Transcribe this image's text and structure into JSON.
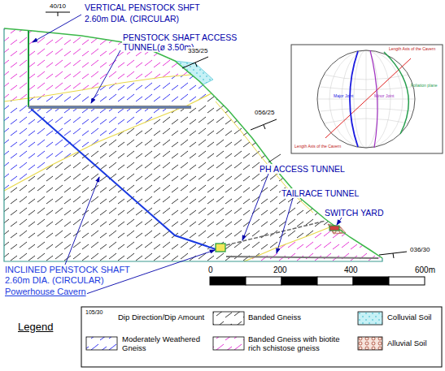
{
  "diagram": {
    "labels": [
      "VERTICAL PENSTOCK SHFT",
      "2.60m DIA. (CIRCULAR)",
      "PENSTOCK SHAFT ACCESS TUNNEL(ø 3.50m)",
      "40/10",
      "335/25",
      "056/25",
      "036/30",
      "PH ACCESS TUNNEL",
      "TAILRACE TUNNEL",
      "SWITCH YARD",
      "INCLINED PENSTOCK SHAFT",
      "2.60m DIA. (CIRCULAR)",
      "Powerhouse Cavern",
      "0",
      "200",
      "400",
      "600m",
      "Legend",
      "105/30",
      "Length Axis of the Cavern",
      "Foliation plane",
      "Major Joint",
      "Minor Joint",
      "Length Axis of the Cavern"
    ],
    "legend": [
      {
        "text": "Dip Direction/Dip Amount"
      },
      {
        "text": "Banded Gneiss"
      },
      {
        "text": "Colluvial Soil"
      },
      {
        "text": "Moderately Weathered Gneiss"
      },
      {
        "text": "Banded Gneiss with biotite rich schistose gneiss"
      },
      {
        "text": "Alluvial Soil"
      }
    ]
  }
}
